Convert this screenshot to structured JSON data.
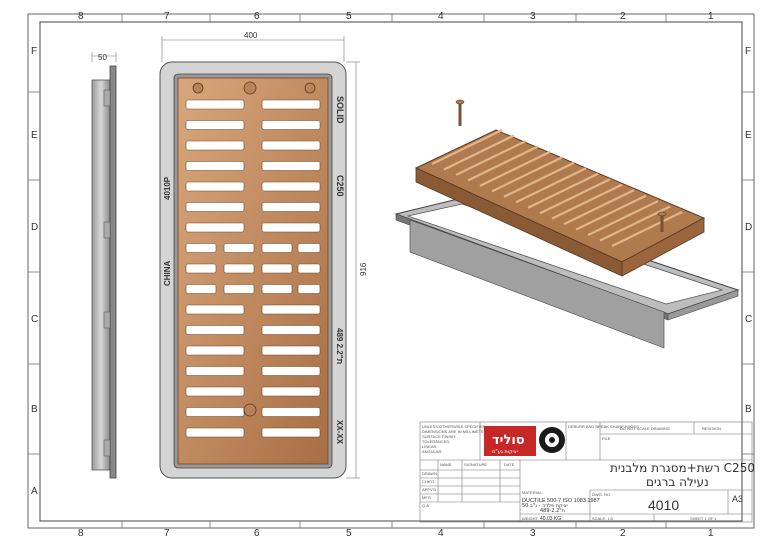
{
  "frame": {
    "columns": [
      "8",
      "7",
      "6",
      "5",
      "4",
      "3",
      "2",
      "1"
    ],
    "rows": [
      "F",
      "E",
      "D",
      "C",
      "B",
      "A"
    ]
  },
  "dimensions": {
    "side_width": "50",
    "front_width": "400",
    "front_height": "916"
  },
  "casting_text": {
    "brand": "SOLID",
    "load_class": "C250",
    "model": "4010P",
    "origin": "CHINA",
    "mark": "489 2.2\"ת",
    "date_code": "XX-XX"
  },
  "title_block": {
    "logo_text": "סוליד",
    "logo_sub": "יציקות נע\"מ",
    "title_line1": "רשת+מסגרת מלבנית C250",
    "title_line2": "נעילה ברגים",
    "dwg_no": "4010",
    "sheet_size": "A3",
    "material_line1": "DUCTILE 500-7 ISO 1083 1987",
    "material_line2": "יציקת פלדה - ג\"ב 50",
    "material_line3": "489-2.2\"ת",
    "weight": "40.03 KG",
    "do_not_scale": "DO NOT SCALE DRAWING",
    "revision_label": "REVISION",
    "file_label": "FILE",
    "dwg_no_label": "DWG. NO.",
    "scale_label": "SCALE: 1:5",
    "sheet_label": "SHEET 1 OF 1",
    "material_label": "MATERIAL:",
    "weight_label": "WEIGHT:",
    "finish_label": "FINISH:",
    "deburr_label": "DEBURR AND BREAK SHARP EDGES",
    "name_label": "NAME",
    "signature_label": "SIGNATURE",
    "date_label": "DATE",
    "rows": [
      "DRAWN",
      "CHK'D",
      "APPV'D",
      "MFG",
      "Q.A"
    ],
    "notes": [
      "UNLESS OTHERWISE SPECIFIED:",
      "DIMENSIONS ARE IN MILLIMETERS",
      "SURFACE FINISH:",
      "TOLERANCES:",
      "LINEAR:",
      "ANGULAR:"
    ]
  },
  "colors": {
    "grate": "#c9956a",
    "grate_dark": "#8a5a34",
    "frame_metal": "#b8b8b8",
    "frame_dark": "#555555"
  }
}
